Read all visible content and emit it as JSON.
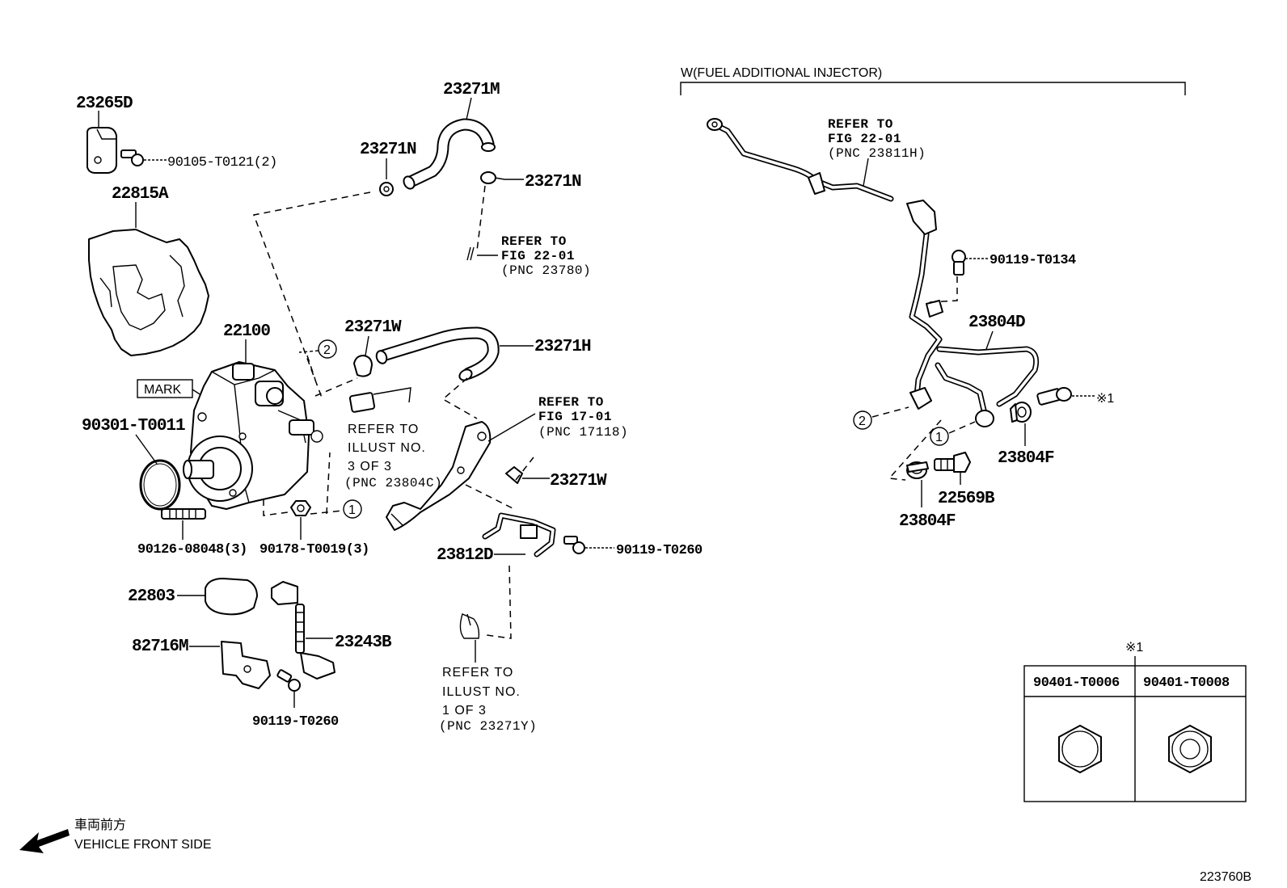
{
  "labels": {
    "p23265D": "23265D",
    "p90105": "90105-T0121(2)",
    "p22815A": "22815A",
    "p23271M": "23271M",
    "p23271N_a": "23271N",
    "p23271N_b": "23271N",
    "p22100": "22100",
    "mark": "MARK",
    "p90301": "90301-T0011",
    "p23271W_a": "23271W",
    "p23271H": "23271H",
    "p90126": "90126-08048(3)",
    "p90178": "90178-T0019(3)",
    "p23271W_b": "23271W",
    "p23812D": "23812D",
    "p90119_a": "90119-T0260",
    "p22803": "22803",
    "p82716M": "82716M",
    "p23243B": "23243B",
    "p90119_b": "90119-T0260",
    "p90119_c": "90119-T0134",
    "p23804D": "23804D",
    "p23804F_a": "23804F",
    "p23804F_b": "23804F",
    "p22569B": "22569B",
    "asterisk1": "※1",
    "asterisk1_table": "※1",
    "circle1": "1",
    "circle2": "2",
    "diagram_id": "223760B"
  },
  "refs": {
    "r1": [
      "REFER TO",
      "FIG 22-01",
      "(PNC 23780)"
    ],
    "r2": [
      "REFER TO",
      "ILLUST NO.",
      "3 OF 3",
      "(PNC 23804C)"
    ],
    "r3": [
      "REFER TO",
      "FIG 17-01",
      "(PNC 17118)"
    ],
    "r4": [
      "REFER TO",
      "ILLUST NO.",
      "1 OF 3",
      "(PNC 23271Y)"
    ],
    "r5": [
      "REFER TO",
      "FIG 22-01",
      "(PNC 23811H)"
    ]
  },
  "variant_label": "W(FUEL ADDITIONAL INJECTOR)",
  "table": {
    "col1": "90401-T0006",
    "col2": "90401-T0008"
  },
  "direction": {
    "jp": "車両前方",
    "en": "VEHICLE FRONT SIDE",
    "icon": "arrow-left-icon"
  }
}
